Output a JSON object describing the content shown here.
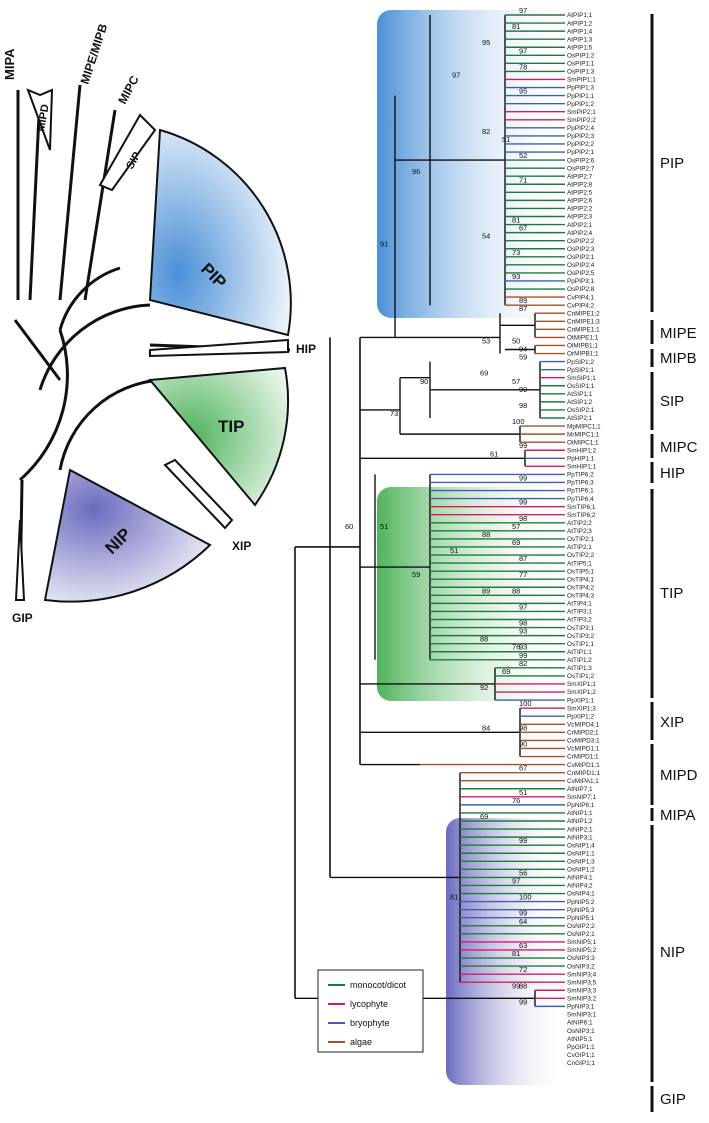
{
  "fan": {
    "labels": {
      "mipa": "MIPA",
      "mipd": "MIPD",
      "mipe_mipb": "MIPE/MIPB",
      "mipc": "MIPC",
      "sip": "SIP",
      "pip": "PIP",
      "hip": "HIP",
      "tip": "TIP",
      "xip": "XIP",
      "nip": "NIP",
      "gip": "GIP"
    }
  },
  "legend": {
    "items": [
      {
        "label": "monocot/dicot",
        "color": "#1f7a3a"
      },
      {
        "label": "lycophyte",
        "color": "#d81b60"
      },
      {
        "label": "bryophyte",
        "color": "#3f5fb5"
      },
      {
        "label": "algae",
        "color": "#a0522d"
      }
    ]
  },
  "colors": {
    "monocot_dicot": "#1f7a3a",
    "lycophyte": "#d81b60",
    "bryophyte": "#3f5fb5",
    "algae": "#a0522d",
    "pip_box": "#4a8fd6",
    "tip_box": "#4fb35c",
    "nip_box": "#6b6bbf"
  },
  "groups": {
    "pip": "PIP",
    "mipe": "MIPE",
    "mipb": "MIPB",
    "sip": "SIP",
    "mipc": "MIPC",
    "hip": "HIP",
    "tip": "TIP",
    "xip": "XIP",
    "mipd": "MIPD",
    "mipa": "MIPA",
    "nip": "NIP",
    "gip": "GIP"
  },
  "leaves": [
    "AtPIP1;1",
    "AtPIP1;2",
    "AtPIP1;4",
    "AtPIP1;3",
    "AtPIP1;5",
    "OsPIP1;2",
    "OsPIP1;1",
    "OsPIP1;3",
    "SmPIP1;1",
    "PpPIP1;3",
    "PpPIP1;1",
    "PpPIP1;2",
    "SmPIP2;1",
    "SmPIP2;2",
    "PpPIP2;4",
    "PpPIP2;3",
    "PpPIP2;2",
    "PpPIP2;1",
    "OsPIP2;6",
    "OsPIP2;7",
    "AtPIP2;7",
    "AtPIP2;8",
    "AtPIP2;5",
    "AtPIP2;6",
    "AtPIP2;2",
    "AtPIP2;3",
    "AtPIP2;1",
    "AtPIP2;4",
    "OsPIP2;2",
    "OsPIP2;3",
    "OsPIP2;1",
    "OsPIP2;4",
    "OsPIP2;5",
    "PpPIP3;1",
    "OsPIP2;8",
    "CvPIP4;1",
    "CvPIP4;2",
    "CnMIPE1;2",
    "CnMIPE1;3",
    "CnMIPE1;1",
    "OtMIPE1;1",
    "OlMIPB1;1",
    "OrMIPB1;1",
    "PpSIP1;2",
    "PpSIP1;1",
    "SmSIP1;1",
    "OsSIP1;1",
    "AtSIP1;1",
    "AtSIP1;2",
    "OsSIP2;1",
    "AtSIP2;1",
    "MpMIPC1;1",
    "MrMIPC1;1",
    "OtMIPC1;1",
    "SmHIP1;2",
    "PpHIP1;1",
    "SmHIP1;1",
    "PpTIP6;2",
    "PpTIP6;3",
    "PpTIP6;1",
    "PpTIP6;4",
    "SmTIP6;1",
    "SmTIP6;2",
    "AtTIP2;2",
    "AtTIP2;3",
    "OsTIP2;1",
    "AtTIP2;1",
    "OsTIP2;2",
    "AtTIP5;1",
    "OsTIP5;1",
    "OsTIP4;1",
    "OsTIP4;2",
    "OsTIP4;3",
    "AtTIP4;1",
    "AtTIP3;1",
    "AtTIP3;2",
    "OsTIP3;1",
    "OsTIP3;2",
    "OsTIP1;1",
    "AtTIP1;1",
    "AtTIP1;2",
    "AtTIP1;3",
    "OsTIP1;2",
    "SmXIP1;1",
    "SmXIP1;2",
    "PpXIP1;1",
    "SmXIP1;3",
    "PpXIP1;2",
    "VcMIPD4;1",
    "CrMIPD2;1",
    "CvMIPD3;1",
    "VcMIPD1;1",
    "CrMIPD1;1",
    "CvMIPD1;1",
    "CnMIPD1;1",
    "CvMIPA1;1",
    "AtNIP7;1",
    "SmNIP7;1",
    "PpNIP6;1",
    "AtNIP1;1",
    "AtNIP1;2",
    "AtNIP2;1",
    "AtNIP3;1",
    "OsNIP1;4",
    "OsNIP1;1",
    "OsNIP1;3",
    "OsNIP1;2",
    "AtNIP4;1",
    "AtNIP4;2",
    "OsNIP4;1",
    "PpNIP5;2",
    "PpNIP5;3",
    "PpNIP5;1",
    "OsNIP2;2",
    "OsNIP2;1",
    "SmNIP5;1",
    "SmNIP5;2",
    "OsNIP3;3",
    "OsNIP3;2",
    "SmNIP3;4",
    "SmNIP3;5",
    "SmNIP3;3",
    "SmNIP3;2",
    "PpNIP3;1",
    "SmNIP3;1",
    "AtNIP6;1",
    "OsNIP3;1",
    "AtNIP5;1",
    "PpGIP1;1",
    "CvGIP1;1",
    "CnGIP1;1"
  ],
  "bootstrap": [
    "97",
    "81",
    "95",
    "97",
    "78",
    "97",
    "95",
    "82",
    "51",
    "52",
    "96",
    "71",
    "81",
    "67",
    "54",
    "73",
    "93",
    "91",
    "89",
    "87",
    "53",
    "50",
    "94",
    "59",
    "69",
    "57",
    "99",
    "98",
    "90",
    "73",
    "100",
    "99",
    "61",
    "60",
    "99",
    "99",
    "51",
    "98",
    "57",
    "88",
    "69",
    "51",
    "87",
    "59",
    "77",
    "89",
    "88",
    "97",
    "98",
    "93",
    "88",
    "93",
    "76",
    "99",
    "82",
    "69",
    "92",
    "100",
    "84",
    "98",
    "90",
    "67",
    "51",
    "76",
    "69",
    "99",
    "56",
    "97",
    "81",
    "100",
    "99",
    "64",
    "63",
    "81",
    "72",
    "88",
    "99",
    "99"
  ]
}
